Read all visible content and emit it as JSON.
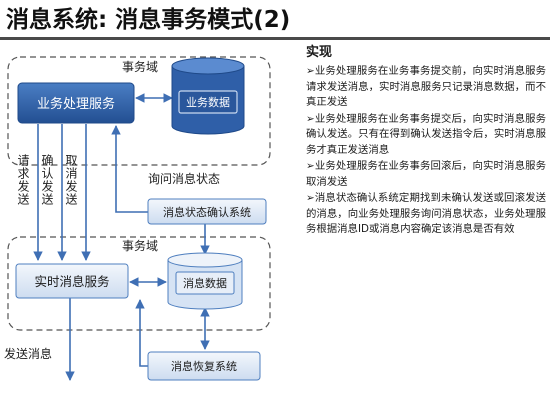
{
  "title": "消息系统: 消息事务模式(2)",
  "diagram": {
    "domain_label_top": "事务域",
    "domain_label_bottom": "事务域",
    "nodes": {
      "business_service": "业务处理服务",
      "business_data": "业务数据",
      "confirm_system": "消息状态确认系统",
      "realtime_service": "实时消息服务",
      "message_data": "消息数据",
      "recovery_system": "消息恢复系统"
    },
    "edge_labels": {
      "request_send": "请求发送",
      "confirm_send": "确认发送",
      "cancel_send": "取消发送",
      "query_status": "询问消息状态",
      "send_message": "发送消息"
    },
    "colors": {
      "service_fill": "#2f5fa8",
      "node_fill": "#dbe7f5",
      "node_border": "#4f7fbf",
      "arrow": "#3f6fb4"
    }
  },
  "panel": {
    "heading": "实现",
    "bullets": [
      "➢业务处理服务在业务事务提交前，向实时消息服务请求发送消息，实时消息服务只记录消息数据，而不真正发送",
      "➢业务处理服务在业务事务提交后，向实时消息服务确认发送。只有在得到确认发送指令后，实时消息服务才真正发送消息",
      "➢业务处理服务在业务事务回滚后，向实时消息服务取消发送",
      "➢消息状态确认系统定期找到未确认发送或回滚发送的消息，向业务处理服务询问消息状态，业务处理服务根据消息ID或消息内容确定该消息是否有效"
    ]
  }
}
